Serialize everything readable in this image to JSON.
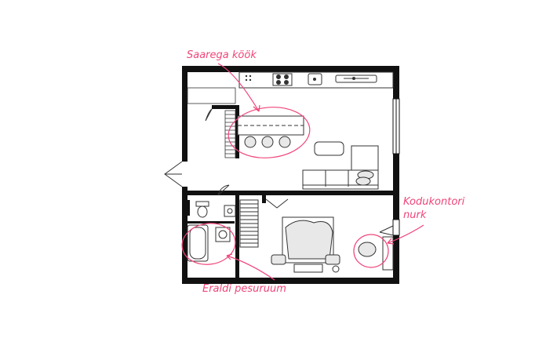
{
  "annotations": {
    "kitchen_island": "Saarega köök",
    "home_office_line1": "Kodukontori",
    "home_office_line2": "nurk",
    "separate_laundry": "Eraldi pesuruum"
  },
  "colors": {
    "wall": "#111111",
    "furniture_line": "#333333",
    "furniture_fill": "#e8e8e8",
    "accent": "#f0457a",
    "background": "#ffffff"
  }
}
